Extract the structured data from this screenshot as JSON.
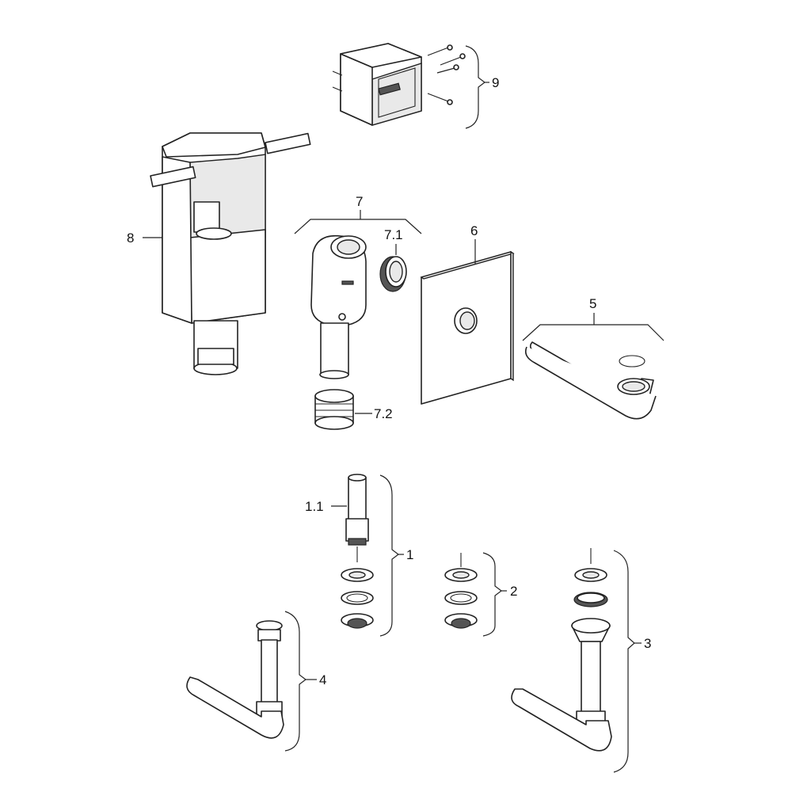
{
  "labels": {
    "p1": "1",
    "p1_1": "1.1",
    "p2": "2",
    "p3": "3",
    "p4": "4",
    "p5": "5",
    "p6": "6",
    "p7": "7",
    "p7_1": "7.1",
    "p7_2": "7.2",
    "p8": "8",
    "p9": "9"
  }
}
